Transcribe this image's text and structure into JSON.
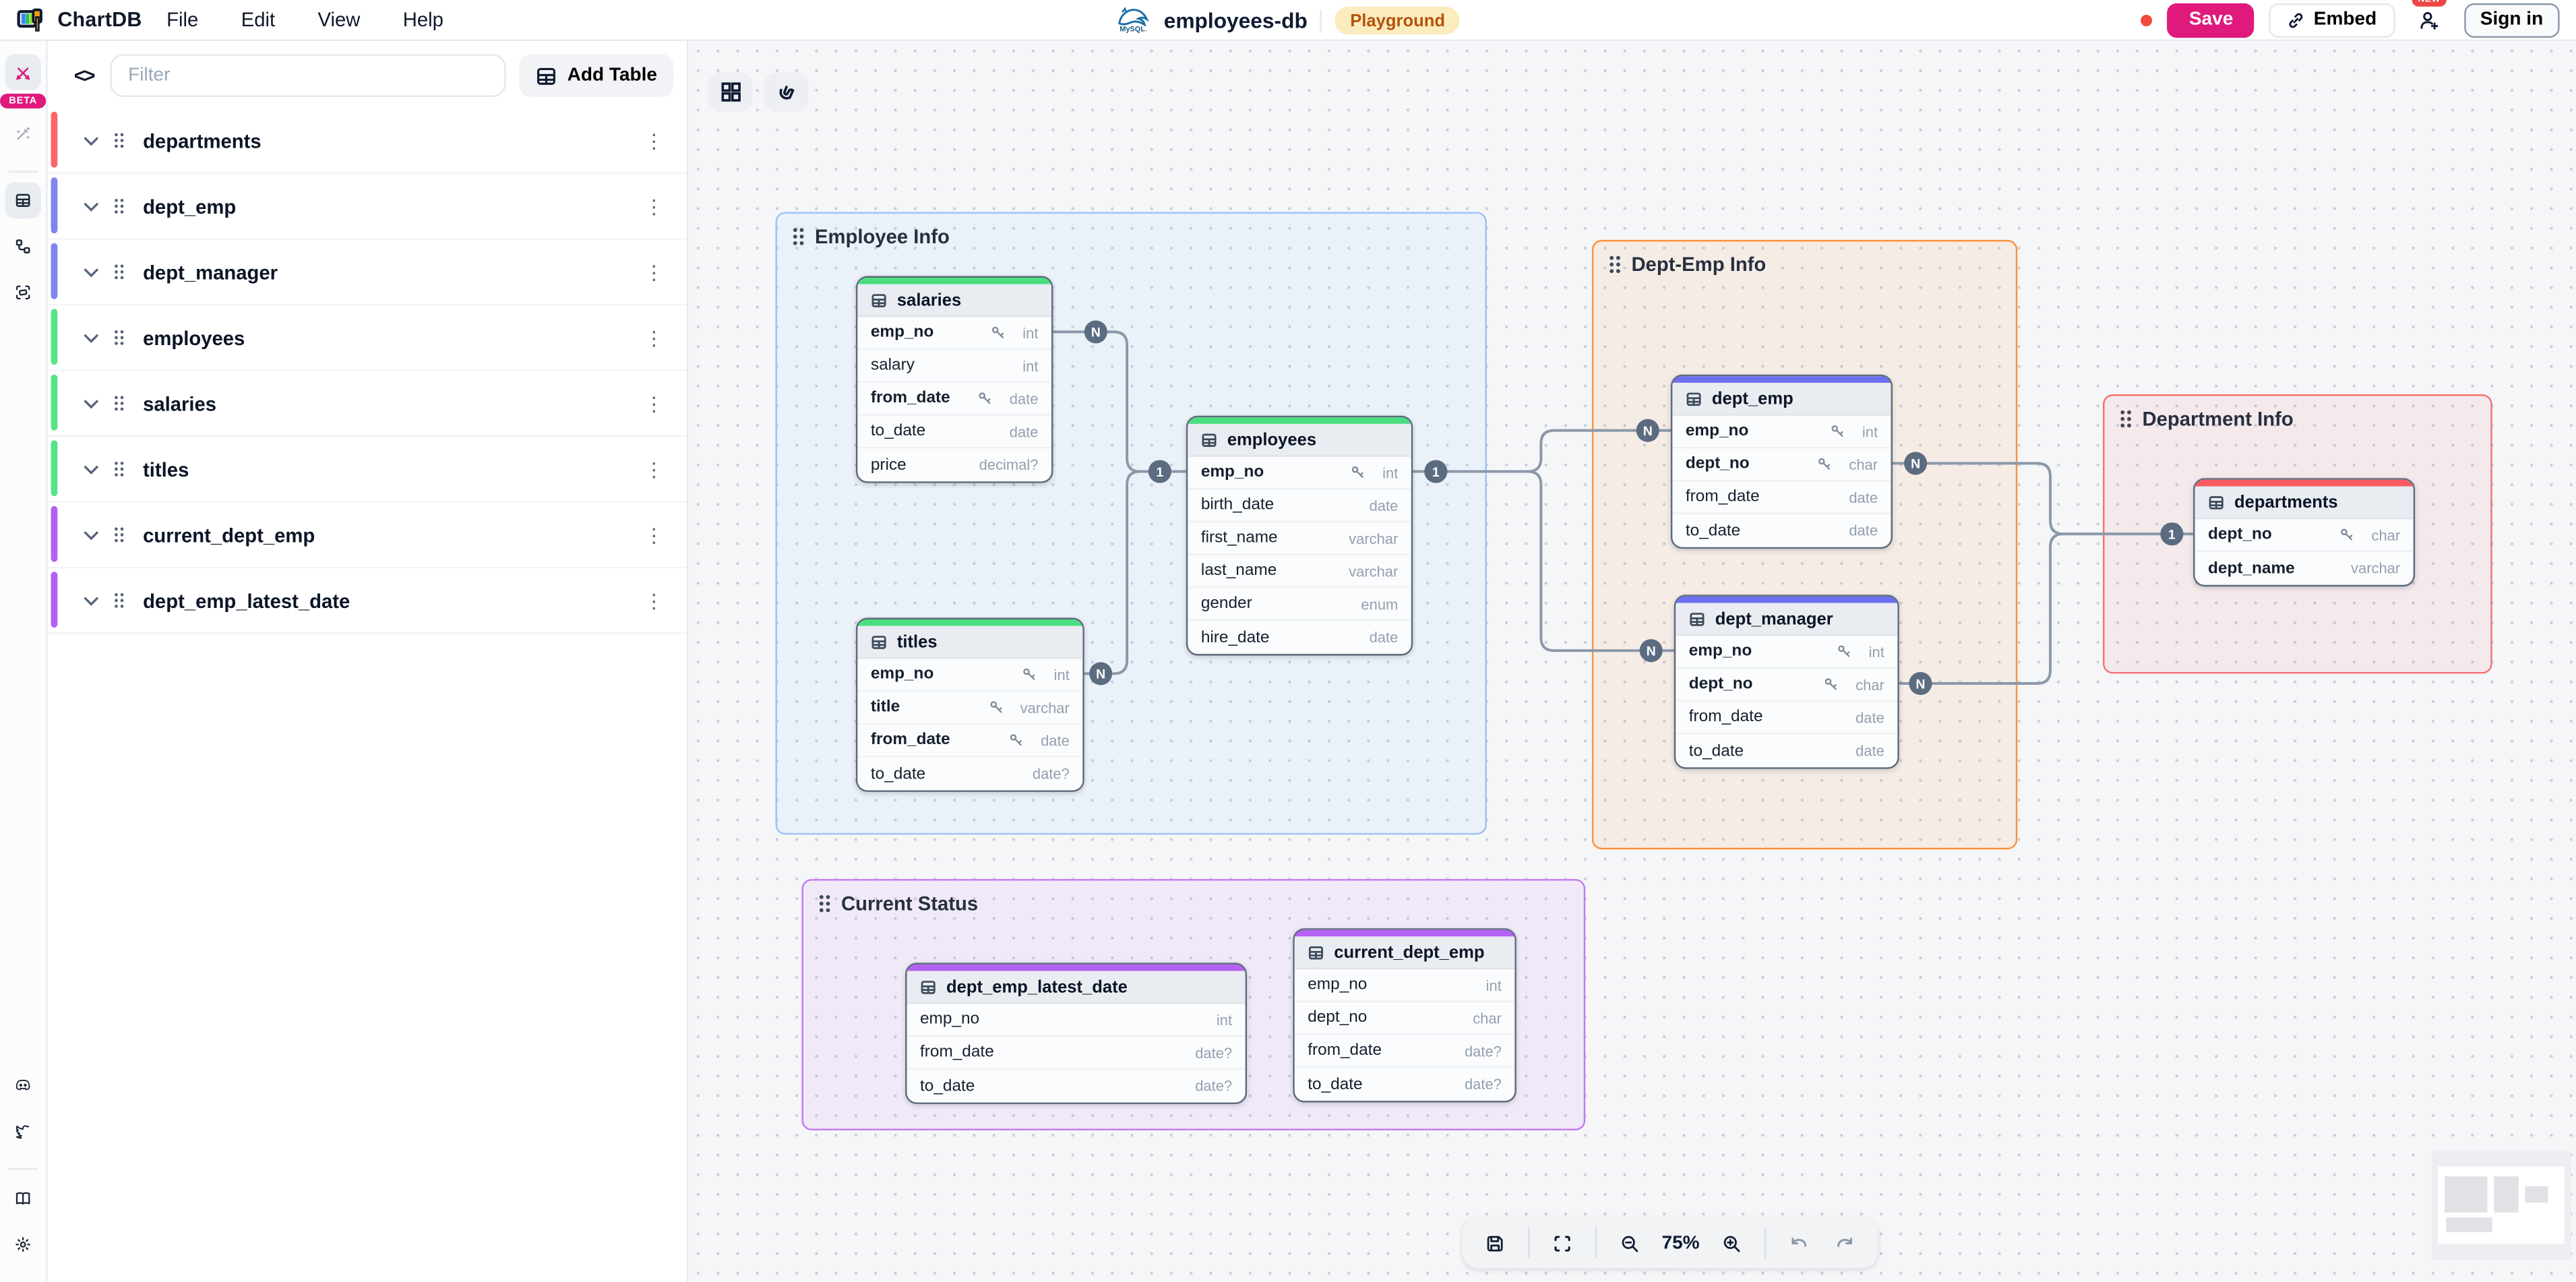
{
  "header": {
    "app_name": "ChartDB",
    "menus": [
      {
        "label": "File"
      },
      {
        "label": "Edit"
      },
      {
        "label": "View"
      },
      {
        "label": "Help"
      }
    ],
    "database": {
      "name": "employees-db",
      "engine": "MySQL",
      "badge": "Playground"
    },
    "actions": {
      "save": "Save",
      "embed": "Embed",
      "new_badge": "NEW",
      "sign_in": "Sign in"
    },
    "accent_pink": "#e0197d"
  },
  "sidebar": {
    "beta_badge": "BETA",
    "filter_placeholder": "Filter",
    "add_table": "Add Table",
    "tables": [
      {
        "name": "departments",
        "color": "#ff646c"
      },
      {
        "name": "dept_emp",
        "color": "#8083f0"
      },
      {
        "name": "dept_manager",
        "color": "#8083f0"
      },
      {
        "name": "employees",
        "color": "#57e389"
      },
      {
        "name": "salaries",
        "color": "#57e389"
      },
      {
        "name": "titles",
        "color": "#57e389"
      },
      {
        "name": "current_dept_emp",
        "color": "#b361f2"
      },
      {
        "name": "dept_emp_latest_date",
        "color": "#b361f2"
      }
    ]
  },
  "diagram": {
    "groups": [
      {
        "label": "Employee Info",
        "border": "#9cc1f7",
        "bg": "rgba(147,197,253,0.10)"
      },
      {
        "label": "Dept-Emp Info",
        "border": "#fb923c",
        "bg": "rgba(251,146,60,0.09)"
      },
      {
        "label": "Department Info",
        "border": "#f87171",
        "bg": "rgba(248,113,113,0.09)"
      },
      {
        "label": "Current Status",
        "border": "#c678f3",
        "bg": "rgba(192,132,252,0.10)"
      }
    ],
    "tables": [
      {
        "name": "salaries",
        "color": "#4ade80",
        "fields": [
          {
            "name": "emp_no",
            "type": "int",
            "key": true,
            "bold": true
          },
          {
            "name": "salary",
            "type": "int"
          },
          {
            "name": "from_date",
            "type": "date",
            "key": true,
            "bold": true
          },
          {
            "name": "to_date",
            "type": "date"
          },
          {
            "name": "price",
            "type": "decimal?"
          }
        ]
      },
      {
        "name": "titles",
        "color": "#4ade80",
        "fields": [
          {
            "name": "emp_no",
            "type": "int",
            "key": true,
            "bold": true
          },
          {
            "name": "title",
            "type": "varchar",
            "key": true,
            "bold": true
          },
          {
            "name": "from_date",
            "type": "date",
            "key": true,
            "bold": true
          },
          {
            "name": "to_date",
            "type": "date?"
          }
        ]
      },
      {
        "name": "employees",
        "color": "#4ade80",
        "fields": [
          {
            "name": "emp_no",
            "type": "int",
            "key": true,
            "bold": true
          },
          {
            "name": "birth_date",
            "type": "date"
          },
          {
            "name": "first_name",
            "type": "varchar"
          },
          {
            "name": "last_name",
            "type": "varchar"
          },
          {
            "name": "gender",
            "type": "enum"
          },
          {
            "name": "hire_date",
            "type": "date"
          }
        ]
      },
      {
        "name": "dept_emp",
        "color": "#6d6ff0",
        "fields": [
          {
            "name": "emp_no",
            "type": "int",
            "key": true,
            "bold": true
          },
          {
            "name": "dept_no",
            "type": "char",
            "key": true,
            "bold": true
          },
          {
            "name": "from_date",
            "type": "date"
          },
          {
            "name": "to_date",
            "type": "date"
          }
        ]
      },
      {
        "name": "dept_manager",
        "color": "#6d6ff0",
        "fields": [
          {
            "name": "emp_no",
            "type": "int",
            "key": true,
            "bold": true
          },
          {
            "name": "dept_no",
            "type": "char",
            "key": true,
            "bold": true
          },
          {
            "name": "from_date",
            "type": "date"
          },
          {
            "name": "to_date",
            "type": "date"
          }
        ]
      },
      {
        "name": "departments",
        "color": "#fb5a61",
        "fields": [
          {
            "name": "dept_no",
            "type": "char",
            "key": true,
            "bold": true
          },
          {
            "name": "dept_name",
            "type": "varchar",
            "bold": true
          }
        ]
      },
      {
        "name": "dept_emp_latest_date",
        "color": "#b361f2",
        "fields": [
          {
            "name": "emp_no",
            "type": "int"
          },
          {
            "name": "from_date",
            "type": "date?"
          },
          {
            "name": "to_date",
            "type": "date?"
          }
        ]
      },
      {
        "name": "current_dept_emp",
        "color": "#b361f2",
        "fields": [
          {
            "name": "emp_no",
            "type": "int"
          },
          {
            "name": "dept_no",
            "type": "char"
          },
          {
            "name": "from_date",
            "type": "date?"
          },
          {
            "name": "to_date",
            "type": "date?"
          }
        ]
      }
    ],
    "markers": [
      {
        "id": "salaries-emp_no",
        "card": "N"
      },
      {
        "id": "titles-emp_no",
        "card": "N"
      },
      {
        "id": "employees-emp_no-left",
        "card": "1"
      },
      {
        "id": "employees-emp_no-right",
        "card": "1"
      },
      {
        "id": "dept_emp-emp_no",
        "card": "N"
      },
      {
        "id": "dept_emp-dept_no",
        "card": "N"
      },
      {
        "id": "dept_manager-emp_no",
        "card": "N"
      },
      {
        "id": "dept_manager-dept_no",
        "card": "N"
      },
      {
        "id": "departments-dept_no",
        "card": "1"
      }
    ]
  },
  "canvas_toolbar": {
    "zoom_level": "75%"
  }
}
